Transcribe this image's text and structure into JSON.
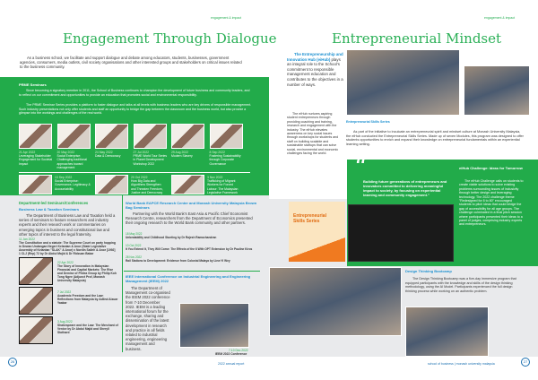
{
  "left": {
    "header": "engagement & impact",
    "title": "Engagement Through Dialogue",
    "intro": "As a business school, we facilitate and support dialogue and debate among educators, students, businesses, government agencies, consumers, media outlets, civil society organisations and other interested groups and stakeholders on critical issues related to the business community.",
    "prme": {
      "heading": "PRME Seminars",
      "p1": "Since becoming a signatory member in 2011, the School of Business continues to champion the development of future business and community leaders, and to reflect on our commitment and opportunities to provide an education that promotes social and environmental responsibility.",
      "p2": "The PRME Seminar Series provides a platform to foster dialogue and talks at all levels with business leaders who are key drivers of responsible management. Such industry presentations not only offer students and staff an opportunity to bridge the gap between the classroom and the business world, but also provide a glimpse into the workings and challenges of the real world.",
      "row1": [
        {
          "date": "21 Apr 2022",
          "title": "Leveraging Stakeholder Engagement for Societal Impact"
        },
        {
          "date": "20 May 2022",
          "title": "Social Enterprise: Challenging traditional approaches toward management"
        },
        {
          "date": "24 May 2022",
          "title": "Data & Democracy"
        },
        {
          "date": "27 Jul 2022",
          "title": "PRME World Tour Series in Planet Development Workshop 2022"
        },
        {
          "date": "29 Aug 2022",
          "title": "Modern Slavery"
        },
        {
          "date": "8 Sep 2022",
          "title": "Fostering Sustainability through Corporate Governance"
        }
      ],
      "row2": [
        {
          "date": "13 Sep 2022",
          "title": "Social Enterprise: Governance, Legitimacy & Accountability"
        },
        {
          "date": "20 Oct 2022",
          "title": "How Big Data and Algorithms Strengthen and Threaten Freedom, Justice and Democracy"
        },
        {
          "date": "3 Nov 2022",
          "title": "Trafficking of Migrant Workers for Forced Labour: The Malaysian Legislative Framework"
        }
      ]
    },
    "dept": {
      "heading": "Department-led Seminars/Conferences",
      "sub": "Business Law & Taxation Seminars",
      "body": "The Department of Business Law and Taxation held a series of seminars to feature researchers and industry experts and their research work or commentaries on emerging topics in business and constitutional law and other topics of interest to the legal fraternity.",
      "first_date": "11 Jan 2022",
      "first_title": "The Constitution and a statute: The Supreme Court on party hopping in Dewan Undangan Negeri Kelantan & Anor (State Legislative Assembly of Kelantan \"SLAK\" & Anor) v Nordin Salleh & Anor [1992] 1 CLJ (Rep) 72 by Dr Abdul Majid & Dr Ridzuan Bakar",
      "items": [
        {
          "date": "22 Apr 2022",
          "title": "The Story of Innovation in Malaysian Financial and Capital Markets: The Rise and Demise of Philea Group by Philip Koh Tong Ngee (Adjunct Prof, Monash University Malaysia)"
        },
        {
          "date": "7 Jul 2022",
          "title": "Academic Freedom and the Law: Reflections from Malaysia by Adlind Aizuar Yaakar"
        },
        {
          "date": "3 Aug 2022",
          "title": "Shakespeare and the Law: The Merchant of Venice by Dr Abdul Majid and Sheryll Stothard"
        }
      ]
    },
    "wb": {
      "heading": "World Bank EAPCE Research Center and Monash University Malaysia Brown Bag Seminars",
      "body": "Partnering with the World Bank's East Asia & Pacific Chief Economist Research Centre, researchers from the Department of Economics presented their ongoing research to the World Bank community and other partners.",
      "items": [
        {
          "date": "18 May 2022",
          "title": "Unbeatability and Childhood Stunting by Dr Rajesh Ramachandran"
        },
        {
          "date": "10 Oct 2022",
          "title": "It You Extend It, They Will Come: The Effects of the 6 With OPT Extension by Dr Pauline Kiros"
        },
        {
          "date": "28 Nov 2022",
          "title": "Rail Stations to Development: Evidence from Colonial Malaya by Liew Yi Wey"
        }
      ]
    },
    "ieem": {
      "heading": "IEEE International Conference on Industrial Engineering and Engineering Management (IEEM) 2022",
      "body": "The Department of Management co-organised the IEEM 2022 conference from 7-10 December 2022. IEEM is a leading international forum for the exchange, sharing and dissemination of the latest development in research and practice in all fields related to industrial engineering, engineering management and business.",
      "cap_date": "7-10 Dec 2022",
      "cap_title": "IEEM 2022 Conference"
    },
    "page_number": "26",
    "footer": "2022 annual report"
  },
  "right": {
    "header": "engagement & impact",
    "title": "Entrepreneurial Mindset",
    "hub_lead": "The Entrepreneurship and Innovation Hub (eiHub)",
    "hub_rest": " plays an integral role to the School's commitment to responsible management education and contributes to the objectives in a number of ways.",
    "hub_p2": "The eiHub nurtures aspiring student entrepreneurs through providing coaching and training, research and engagement with the industry. The eiHub elevates awareness on key social issues through workshops for students and staff on building scalable and sustainable startups that can solve social, environmental and economic challenges facing the world.",
    "skills": {
      "heading": "Entrepreneurial Skills Series",
      "body": "As part of the initiative to inculcate an entrepreneurial spirit and mindset culture at Monash University Malaysia, the eiHub conducted the Entrepreneurial Skills Series. Made up of seven Modules, this program was designed to offer students opportunities to enrich and expand their knowledge on entrepreneurial fundamentals within an experiential learning setting."
    },
    "quote": "Building future generations of entrepreneurs and innovators committed to delivering meaningful impact to society, by focusing on experiential learning and community engagement.\"",
    "poster": {
      "line1": "Entrepreneurial",
      "line2": "Skills Series"
    },
    "challenge": {
      "heading": "eiHub Challenge: Ideas for Tomorrow",
      "body": "The eiHub Challenge calls on students to create viable solutions to solve existing problems surrounding issues of inclusivity through better design and leveraging technology. The 2022 challenge theme \"Redesigned for 8 to 80\" encouraged students to pitch ideas that could bridge the gap of accessibility for all age groups. The challenge culminated in a final pitch session where participants presented their ideas to a panel of judges, comprising industry experts and entrepreneurs."
    },
    "design": {
      "heading": "Design Thinking Bootcamp",
      "body": "The Design Thinking Bootcamp was a five-day immersive program that equipped participants with the knowledge and skills of the design thinking methodology, using the AI Model. Participants experienced the full design thinking process while working on an authentic problem."
    },
    "footer": "school of business  |  monash university malaysia",
    "page_number": "27"
  }
}
